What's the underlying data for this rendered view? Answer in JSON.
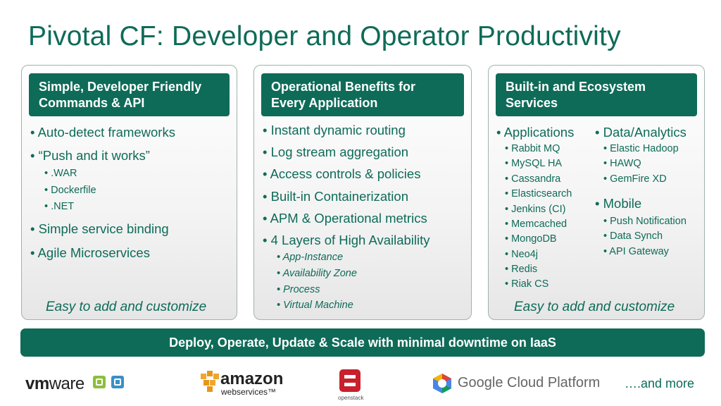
{
  "title": "Pivotal CF: Developer and Operator Productivity",
  "panels": [
    {
      "header": [
        "Simple, Developer Friendly",
        "Commands & API"
      ],
      "items": [
        "• Auto-detect frameworks",
        "• “Push and it works”",
        "• .WAR",
        "• Dockerfile",
        "• .NET",
        "• Simple service binding",
        "• Agile Microservices"
      ],
      "footer": "Easy to add and customize"
    },
    {
      "header": [
        "Operational Benefits for",
        "Every Application"
      ],
      "items": [
        "• Instant dynamic routing",
        "• Log stream aggregation",
        "• Access controls & policies",
        "• Built-in Containerization",
        "• APM & Operational metrics",
        "• 4 Layers of High Availability",
        "• App-Instance",
        "• Availability Zone",
        "• Process",
        "• Virtual Machine"
      ]
    },
    {
      "header": [
        "Built-in and Ecosystem",
        "Services"
      ],
      "col1": [
        "• Applications",
        "• Rabbit MQ",
        "• MySQL HA",
        "• Cassandra",
        "• Elasticsearch",
        "• Jenkins (CI)",
        "• Memcached",
        "• MongoDB",
        "• Neo4j",
        "• Redis",
        "• Riak CS"
      ],
      "col2": [
        "• Data/Analytics",
        "• Elastic Hadoop",
        "• HAWQ",
        "• GemFire XD",
        "• Mobile",
        "• Push Notification",
        "• Data Synch",
        "• API Gateway"
      ],
      "footer": "Easy to add and customize"
    }
  ],
  "banner": "Deploy, Operate, Update & Scale with minimal downtime on IaaS",
  "logos": {
    "vmware": [
      "vm",
      "ware"
    ],
    "amazon": [
      "amazon",
      "webservices™"
    ],
    "openstack": "openstack",
    "google": "Google Cloud Platform"
  },
  "more": "….and more",
  "colors": {
    "accent": "#0e6b58",
    "panel_border": "#9fb3ad"
  }
}
